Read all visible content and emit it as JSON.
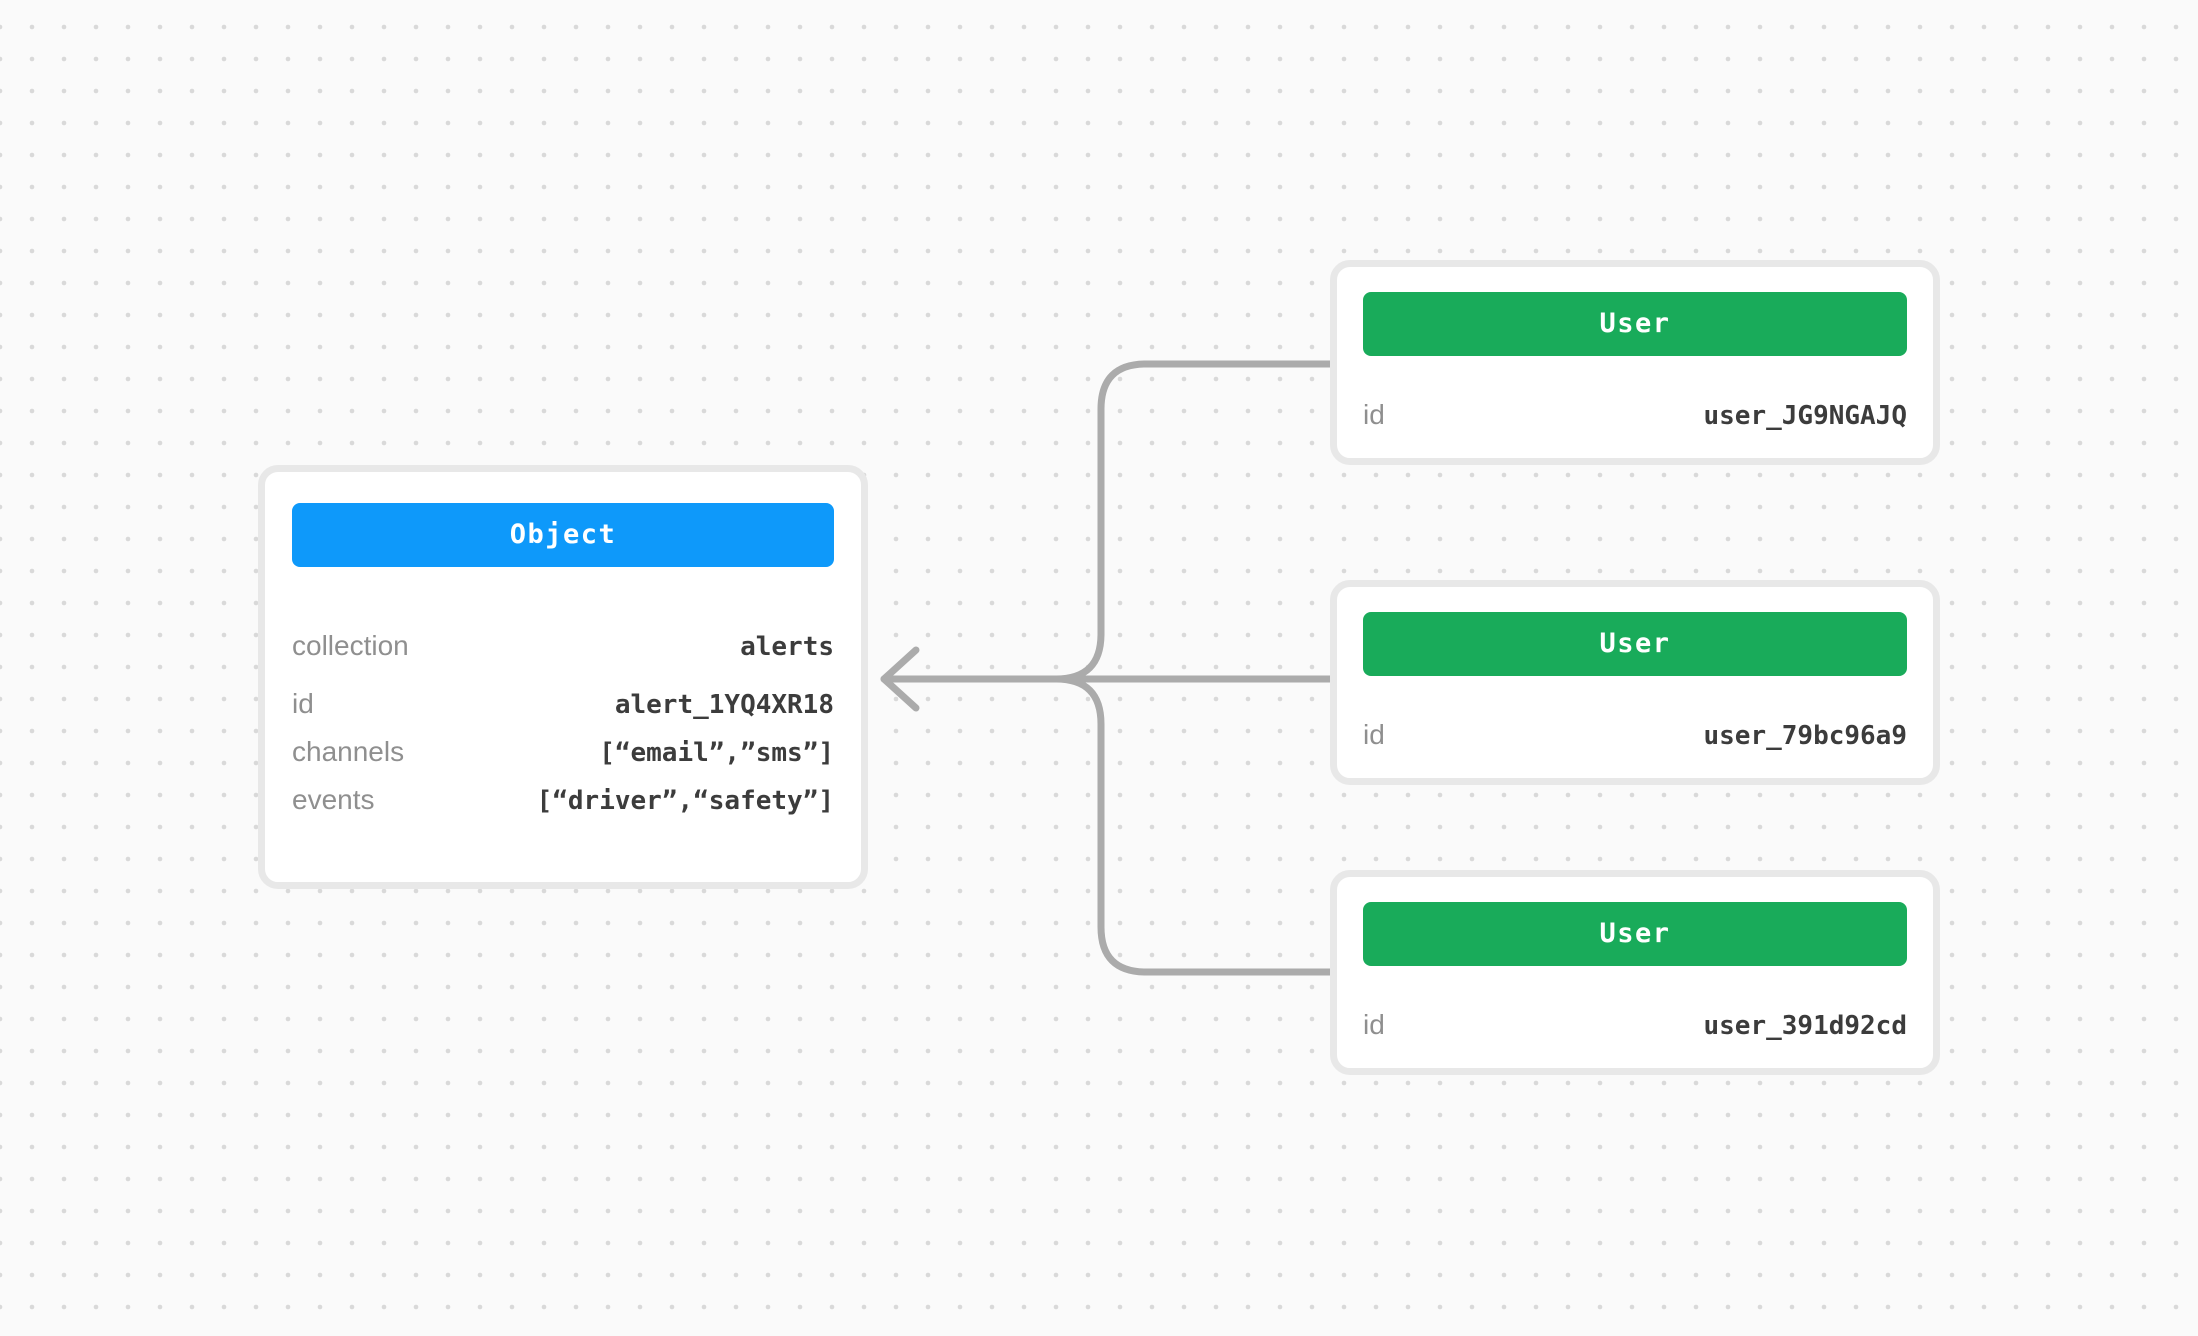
{
  "colors": {
    "object_header": "#0e99fa",
    "user_header": "#19ab5a",
    "connector": "#ababab"
  },
  "object_card": {
    "title": "Object",
    "rows": [
      {
        "label": "collection",
        "value": "alerts"
      },
      {
        "label": "id",
        "value": "alert_1YQ4XR18"
      },
      {
        "label": "channels",
        "value": "[“email”,”sms”]"
      },
      {
        "label": "events",
        "value": "[“driver”,“safety”]"
      }
    ]
  },
  "user_cards": [
    {
      "title": "User",
      "rows": [
        {
          "label": "id",
          "value": "user_JG9NGAJQ"
        }
      ]
    },
    {
      "title": "User",
      "rows": [
        {
          "label": "id",
          "value": "user_79bc96a9"
        }
      ]
    },
    {
      "title": "User",
      "rows": [
        {
          "label": "id",
          "value": "user_391d92cd"
        }
      ]
    }
  ]
}
